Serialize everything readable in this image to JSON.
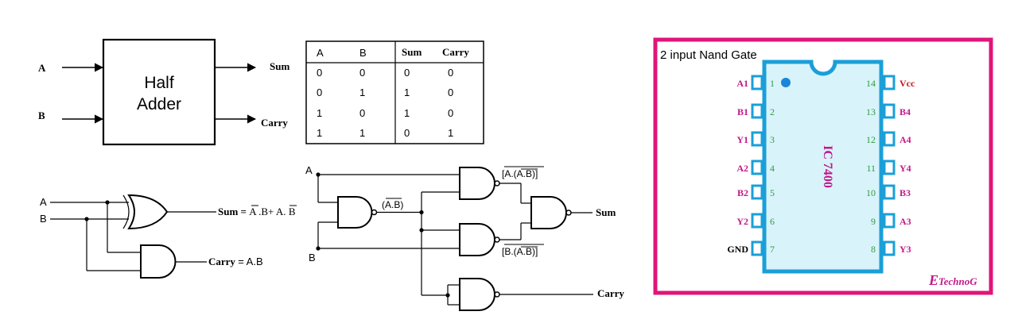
{
  "half_adder_block": {
    "title_line1": "Half",
    "title_line2": "Adder",
    "input_a": "A",
    "input_b": "B",
    "output_sum": "Sum",
    "output_carry": "Carry"
  },
  "truth_table": {
    "headers": [
      "A",
      "B",
      "Sum",
      "Carry"
    ],
    "rows": [
      [
        "0",
        "0",
        "0",
        "0"
      ],
      [
        "0",
        "1",
        "1",
        "0"
      ],
      [
        "1",
        "0",
        "1",
        "0"
      ],
      [
        "1",
        "1",
        "0",
        "1"
      ]
    ]
  },
  "gate_circuit": {
    "input_a": "A",
    "input_b": "B",
    "sum_prefix": "Sum = ",
    "sum_expression_a": "A",
    "sum_expression_mid": ".B+ A.",
    "sum_expression_b": "B",
    "carry_label": "Carry",
    "carry_expression": " = A.B"
  },
  "nand_circuit": {
    "input_a": "A",
    "input_b": "B",
    "term_ab": "(A.B)",
    "term_top_prefix": "[A.(",
    "term_top_inner": "A.B",
    "term_top_suffix": ")]",
    "term_bottom_prefix": "[B.(",
    "term_bottom_inner": "A.B",
    "term_bottom_suffix": ")]",
    "output_sum": "Sum",
    "output_carry": "Carry"
  },
  "ic_panel": {
    "title": "2 input Nand Gate",
    "chip_label": "IC 7400",
    "left_pins": [
      {
        "name": "A1",
        "number": "1"
      },
      {
        "name": "B1",
        "number": "2"
      },
      {
        "name": "Y1",
        "number": "3"
      },
      {
        "name": "A2",
        "number": "4"
      },
      {
        "name": "B2",
        "number": "5"
      },
      {
        "name": "Y2",
        "number": "6"
      },
      {
        "name": "GND",
        "number": "7"
      }
    ],
    "right_pins": [
      {
        "name": "Vcc",
        "number": "14"
      },
      {
        "name": "B4",
        "number": "13"
      },
      {
        "name": "A4",
        "number": "12"
      },
      {
        "name": "Y4",
        "number": "11"
      },
      {
        "name": "B3",
        "number": "10"
      },
      {
        "name": "A3",
        "number": "9"
      },
      {
        "name": "Y3",
        "number": "8"
      }
    ],
    "brand_initial": "E",
    "brand_rest": "TechnoG",
    "colors": {
      "frame": "#e0157a",
      "chip_fill": "#d9f3fb",
      "chip_outline": "#1a9fd8",
      "pin_name": "#c2188a",
      "pin_number": "#2f9e3e",
      "vcc": "#c0191e",
      "gnd": "#000000",
      "dot": "#1a86d8"
    }
  }
}
